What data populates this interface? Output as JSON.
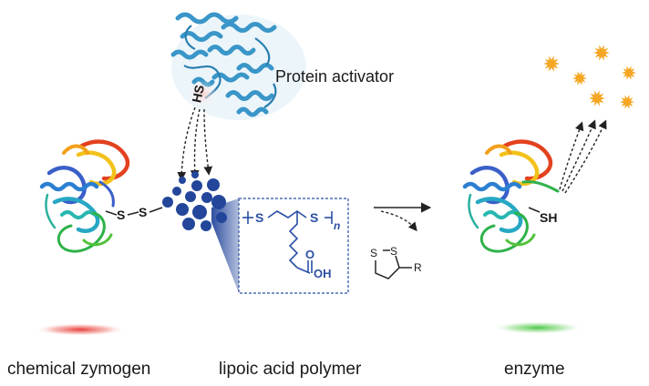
{
  "labels": {
    "protein_activator": "Protein activator",
    "hs_group": "HS",
    "disulfide_s1": "S",
    "disulfide_s2": "S",
    "enzyme_sh": "SH",
    "captions": {
      "zymogen": "chemical zymogen",
      "polymer": "lipoic acid polymer",
      "enzyme": "enzyme"
    }
  },
  "polymer_structure": {
    "s_left": "S",
    "s_right": "S",
    "repeat_n": "n",
    "acid_o": "O",
    "acid_oh": "OH"
  },
  "ring_structure": {
    "s1": "S",
    "s2": "S",
    "r_group": "R"
  },
  "colors": {
    "polymer_beads": "#23469b",
    "structure_line": "#2a4fa5",
    "product_stars": "#f5a623",
    "zymogen_glow": "#e8302a",
    "enzyme_glow": "#3cc23a",
    "activator_protein": "#3a96c8"
  }
}
